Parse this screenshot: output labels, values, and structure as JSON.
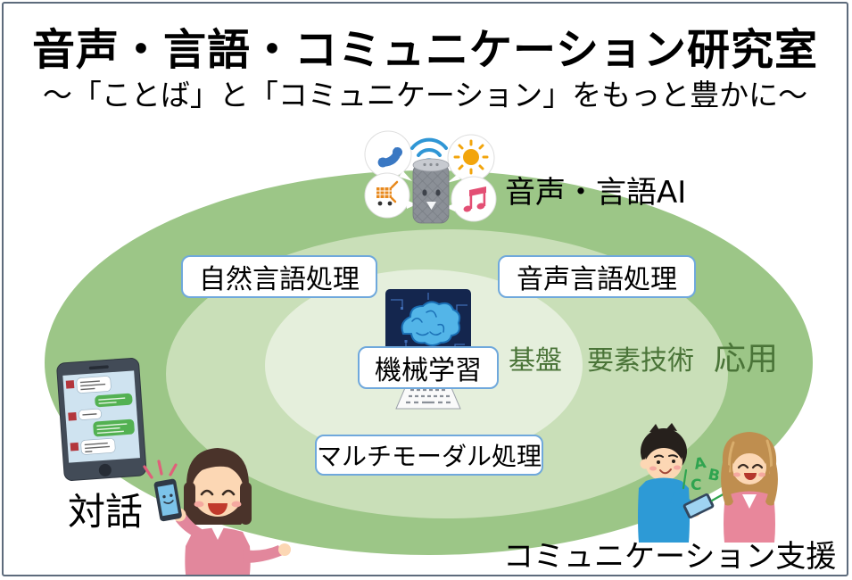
{
  "slide": {
    "title": "音声・言語・コミュニケーション研究室",
    "subtitle": "～「ことば」と「コミュニケーション」をもっと豊かに～"
  },
  "rings": {
    "outer": {
      "label": "応用",
      "color": "#9cc687"
    },
    "middle": {
      "label": "要素技術",
      "color": "#c9dfb8"
    },
    "inner": {
      "label": "基盤",
      "color": "#e5efdc"
    },
    "label_color": "#4a7438"
  },
  "boxes": {
    "nlp": "自然言語処理",
    "speech": "音声言語処理",
    "ml": "機械学習",
    "multimodal": "マルチモーダル処理",
    "border_color": "#6fa8dc"
  },
  "annotations": {
    "speech_language_ai": "音声・言語AI",
    "dialogue": "対話",
    "communication_support": "コミュニケーション支援"
  },
  "translation_letters": {
    "a": "A",
    "c": "C",
    "b": "B",
    "color": "#2fa44f"
  },
  "icons": {
    "smart_speaker": "smart-speaker-with-face",
    "phone_call": "blue-phone-handset-bubble",
    "wifi": "blue-wifi-arcs",
    "sun": "orange-sun-bubble",
    "shopping_cart": "orange-cart-bubble",
    "music_note": "pink-music-note-bubble",
    "ai_brain": "blue-brain-on-monitor",
    "keyboard": "keyboard",
    "chat_smartphone": "smartphone-chat-screen",
    "woman_with_phone": "woman-talking-to-phone",
    "translation_pair": "man-and-woman-with-translator-phone"
  }
}
